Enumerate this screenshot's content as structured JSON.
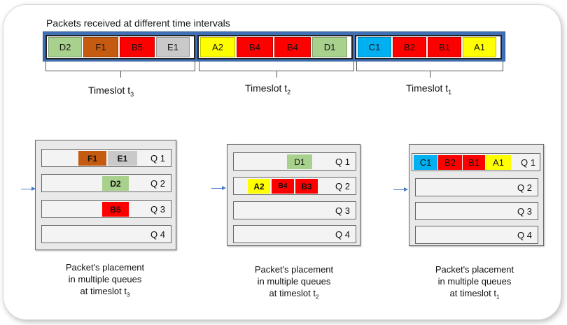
{
  "title": "Packets received at different time intervals",
  "colors": {
    "green": "#a9d18e",
    "brown": "#c55a11",
    "red": "#ff0000",
    "grey": "#c9c9c9",
    "yellow": "#ffff00",
    "cyan": "#00b0f0",
    "stream_border": "#3f6fb5"
  },
  "stream": [
    {
      "timeslot": "Timeslot t",
      "sub": "3",
      "packets": [
        {
          "label": "D2",
          "color": "#a9d18e"
        },
        {
          "label": "F1",
          "color": "#c55a11"
        },
        {
          "label": "B5",
          "color": "#ff0000"
        },
        {
          "label": "E1",
          "color": "#c9c9c9"
        }
      ]
    },
    {
      "timeslot": "Timeslot t",
      "sub": "2",
      "packets": [
        {
          "label": "A2",
          "color": "#ffff00"
        },
        {
          "label": "B4",
          "color": "#ff0000"
        },
        {
          "label": "B4",
          "color": "#ff0000"
        },
        {
          "label": "D1",
          "color": "#a9d18e"
        }
      ]
    },
    {
      "timeslot": "Timeslot t",
      "sub": "1",
      "packets": [
        {
          "label": "C1",
          "color": "#00b0f0"
        },
        {
          "label": "B2",
          "color": "#ff0000"
        },
        {
          "label": "B1",
          "color": "#ff0000"
        },
        {
          "label": "A1",
          "color": "#ffff00"
        }
      ]
    }
  ],
  "queues_t3": {
    "q1": {
      "label": "Q 1",
      "cells": [
        {
          "label": "F1",
          "color": "#c55a11"
        },
        {
          "label": "E1",
          "color": "#c9c9c9"
        }
      ]
    },
    "q2": {
      "label": "Q 2",
      "cells": [
        {
          "label": "D2",
          "color": "#a9d18e"
        }
      ]
    },
    "q3": {
      "label": "Q 3",
      "cells": [
        {
          "label": "B5",
          "color": "#ff0000"
        }
      ]
    },
    "q4": {
      "label": "Q 4",
      "cells": []
    },
    "caption": {
      "l1": "Packet's placement",
      "l2": "in  multiple queues",
      "l3": "at timeslot t",
      "sub": "3"
    }
  },
  "queues_t2": {
    "q1": {
      "label": "Q 1",
      "cells": [
        {
          "label": "D1",
          "color": "#a9d18e"
        }
      ]
    },
    "q2": {
      "label": "Q 2",
      "cells": [
        {
          "label": "A2",
          "color": "#ffff00"
        },
        {
          "label": "B4",
          "color": "#ff0000"
        },
        {
          "label": "B3",
          "color": "#ff0000"
        }
      ]
    },
    "q3": {
      "label": "Q 3",
      "cells": []
    },
    "q4": {
      "label": "Q 4",
      "cells": []
    },
    "caption": {
      "l1": "Packet's placement",
      "l2": "in  multiple queues",
      "l3": "at timeslot t",
      "sub": "2"
    }
  },
  "queues_t1": {
    "q1": {
      "label": "Q 1",
      "cells": [
        {
          "label": "C1",
          "color": "#00b0f0"
        },
        {
          "label": "B2",
          "color": "#ff0000"
        },
        {
          "label": "B1",
          "color": "#ff0000"
        },
        {
          "label": "A1",
          "color": "#ffff00"
        }
      ]
    },
    "q2": {
      "label": "Q 2",
      "cells": []
    },
    "q3": {
      "label": "Q 3",
      "cells": []
    },
    "q4": {
      "label": "Q 4",
      "cells": []
    },
    "caption": {
      "l1": "Packet's placement",
      "l2": "in  multiple queues",
      "l3": "at timeslot t",
      "sub": "1"
    }
  }
}
